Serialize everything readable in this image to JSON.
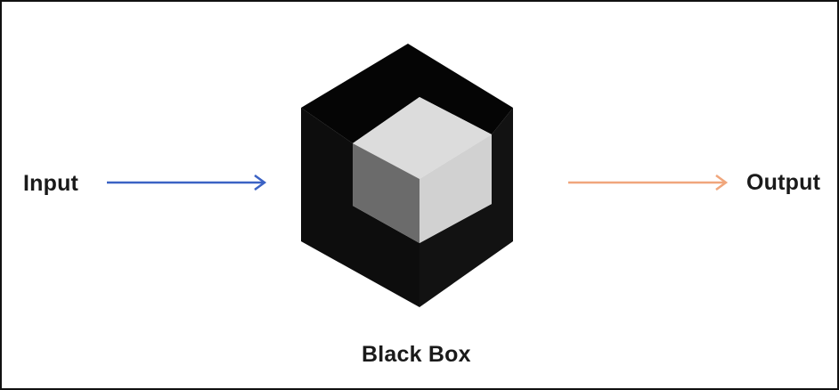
{
  "diagram": {
    "input_label": "Input",
    "output_label": "Output",
    "box_label": "Black Box",
    "colors": {
      "input_arrow": "#3b62c4",
      "output_arrow": "#f0a67c",
      "outer_cube_dark": "#0d0d0d",
      "outer_cube_top": "#050505",
      "inner_cube_top": "#dcdcdc",
      "inner_cube_left": "#6b6b6b",
      "inner_cube_right": "#d1d1d1"
    }
  }
}
